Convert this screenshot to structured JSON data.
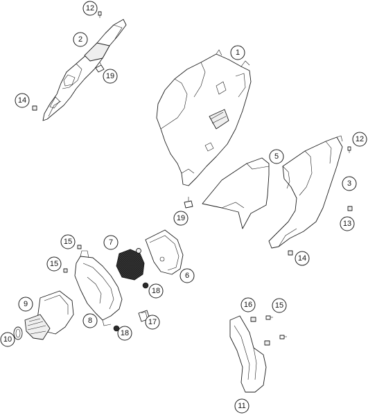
{
  "callouts": {
    "c1": "1",
    "c2": "2",
    "c3": "3",
    "c5": "5",
    "c6": "6",
    "c7": "7",
    "c8": "8",
    "c9": "9",
    "c10": "10",
    "c11": "11",
    "c12a": "12",
    "c12b": "12",
    "c13": "13",
    "c14a": "14",
    "c14b": "14",
    "c15a": "15",
    "c15b": "15",
    "c15c": "15",
    "c16": "16",
    "c17": "17",
    "c18a": "18",
    "c18b": "18",
    "c19a": "19",
    "c19b": "19"
  }
}
